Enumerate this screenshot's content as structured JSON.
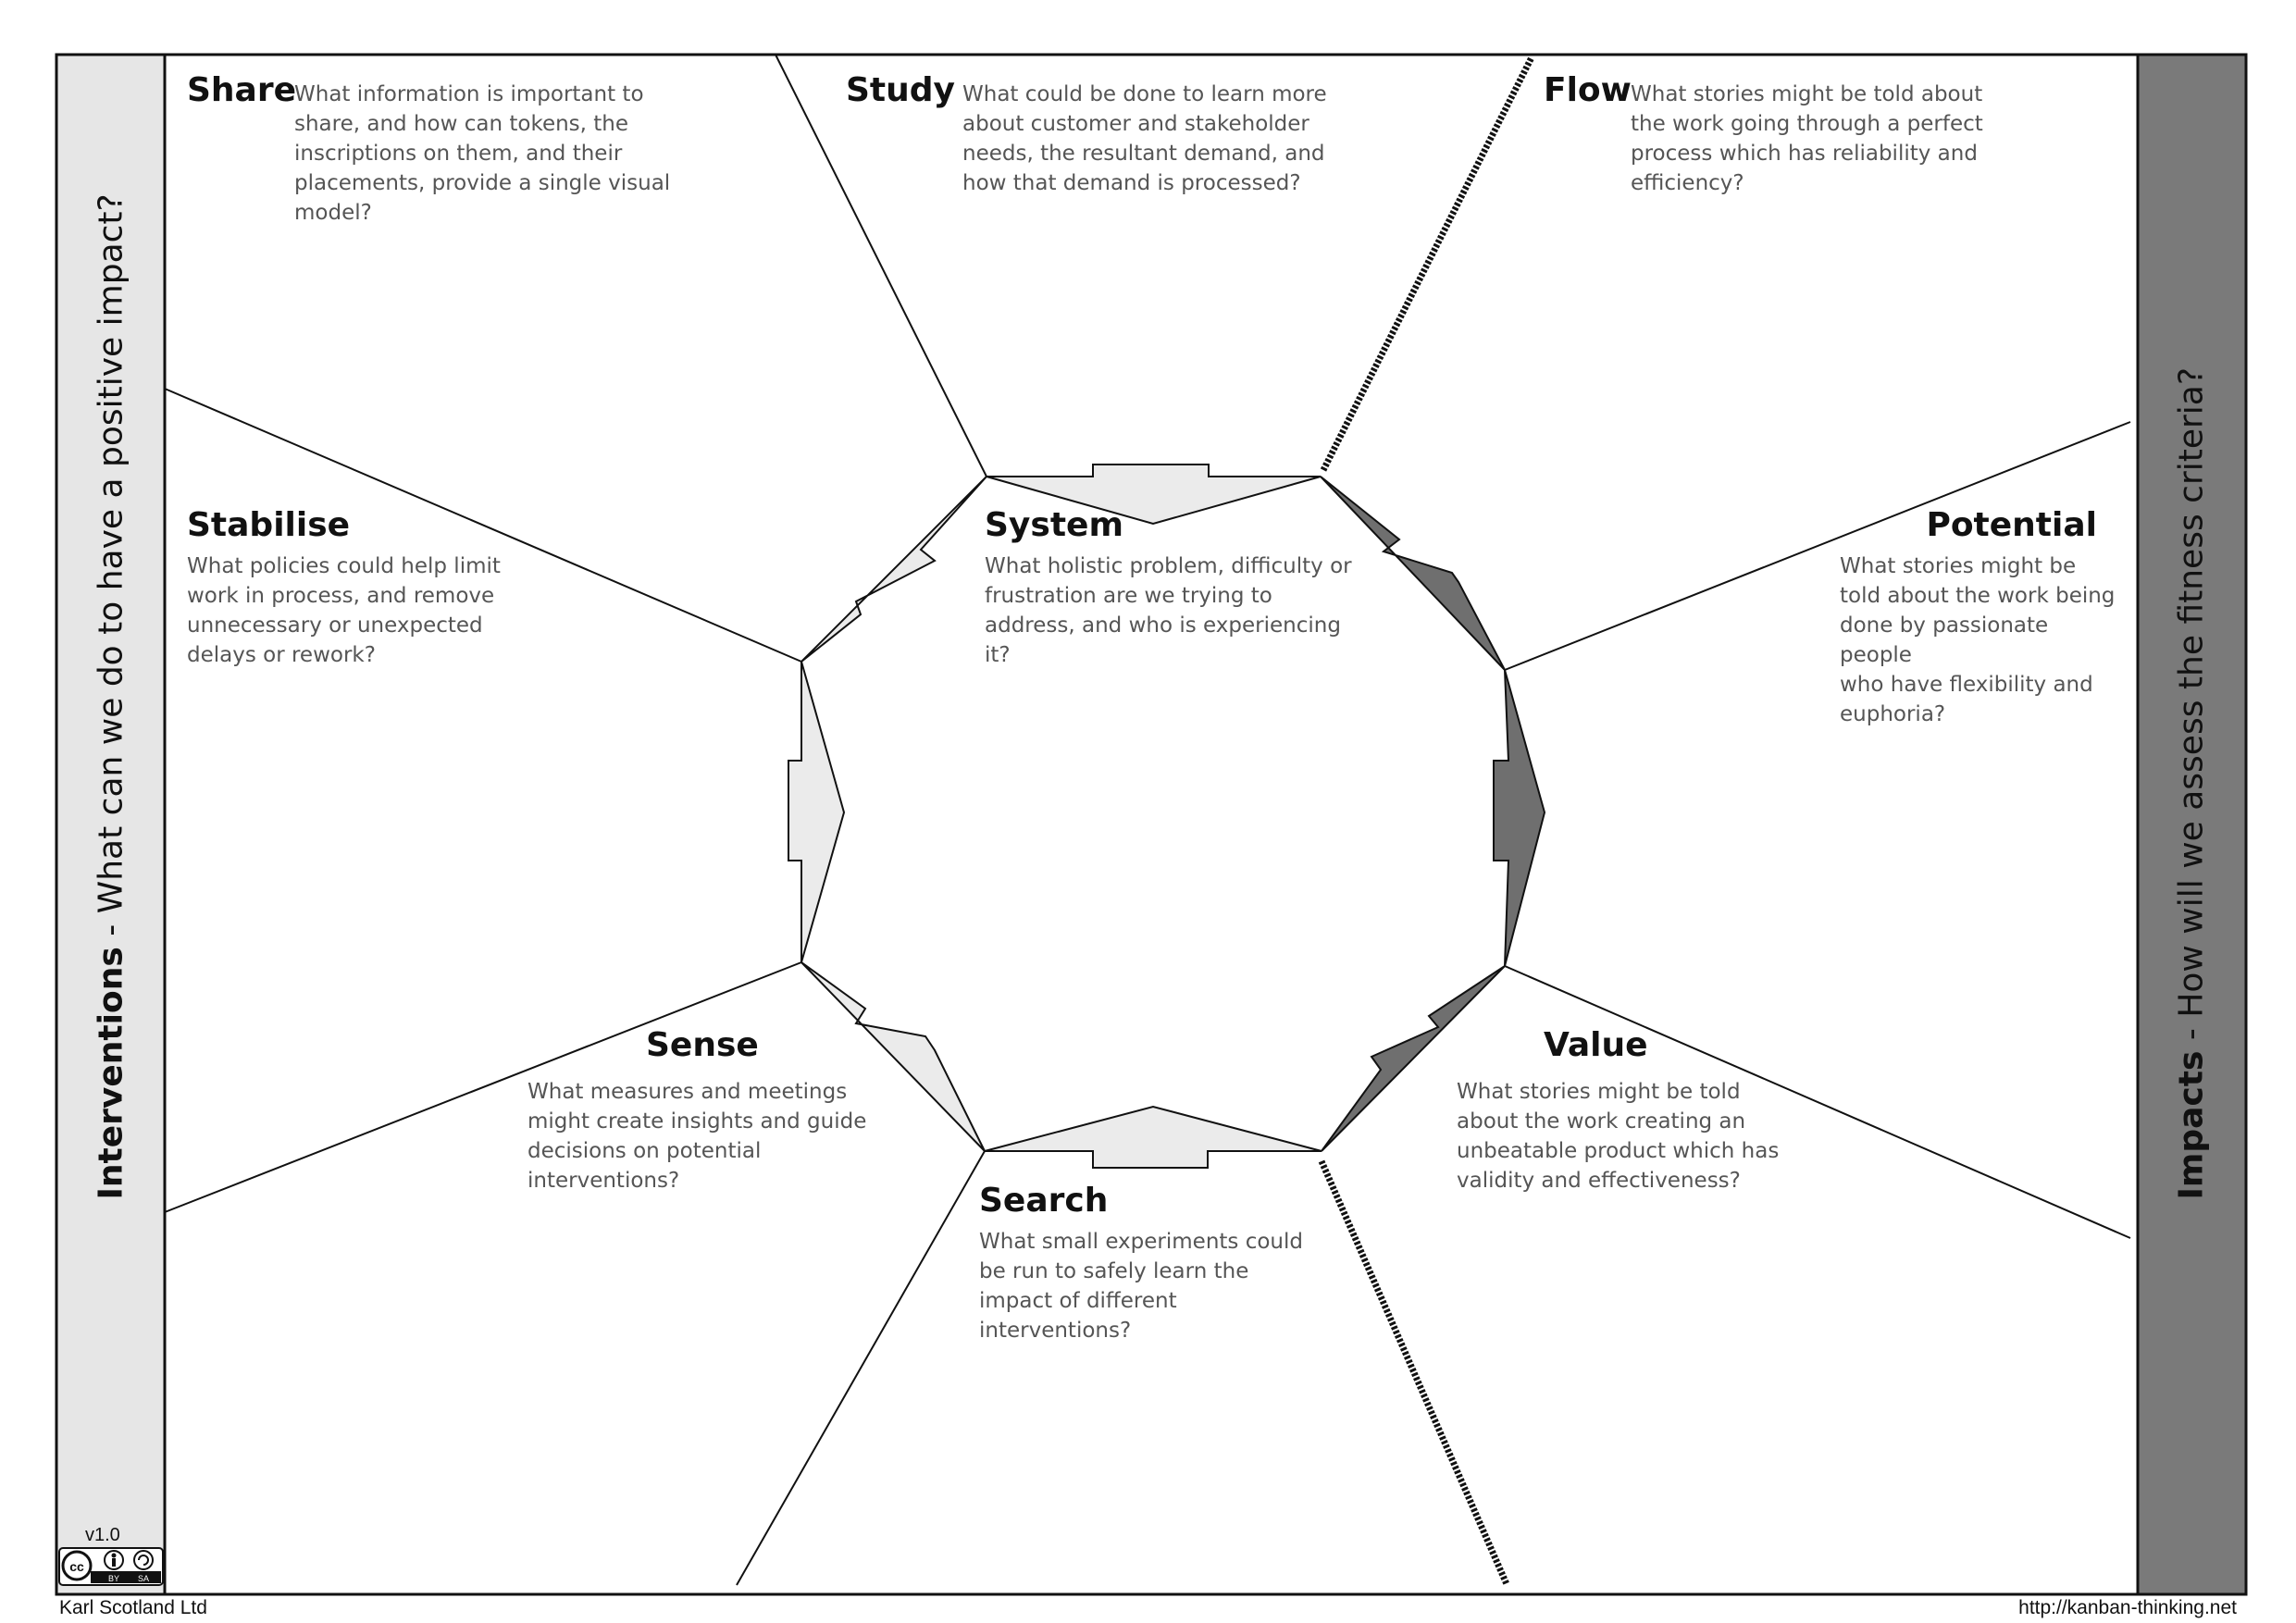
{
  "left_bar": {
    "bold": "Interventions",
    "rest": " - What can we do to have a positive impact?"
  },
  "right_bar": {
    "bold": "Impacts",
    "rest": " - How will we assess the fitness criteria?"
  },
  "sections": {
    "share": {
      "title": "Share",
      "text": [
        "What information is important to",
        "share, and how can tokens, the",
        "inscriptions on them, and their",
        "placements, provide a single visual",
        "model?"
      ]
    },
    "study": {
      "title": "Study",
      "text": [
        "What could be done to learn more",
        "about customer and stakeholder",
        "needs, the resultant demand, and",
        "how that demand is processed?"
      ]
    },
    "flow": {
      "title": "Flow",
      "text": [
        "What stories might be told about",
        "the work going through a perfect",
        "process which has reliability and",
        "efficiency?"
      ]
    },
    "stabilise": {
      "title": "Stabilise",
      "text": [
        "What policies could help limit",
        "work in process, and remove",
        "unnecessary or unexpected",
        "delays or rework?"
      ]
    },
    "system": {
      "title": "System",
      "text": [
        "What holistic problem, difficulty or",
        "frustration are we trying to",
        "address, and who is experiencing",
        "it?"
      ]
    },
    "potential": {
      "title": "Potential",
      "text": [
        "What stories might be",
        "told about the work being",
        "done by passionate people",
        "who have flexibility and",
        "euphoria?"
      ]
    },
    "sense": {
      "title": "Sense",
      "text": [
        "What measures and meetings",
        "might create insights and guide",
        "decisions on potential",
        "interventions?"
      ]
    },
    "value": {
      "title": "Value",
      "text": [
        "What stories might be told",
        "about the work creating an",
        "unbeatable product which has",
        "validity and effectiveness?"
      ]
    },
    "search": {
      "title": "Search",
      "text": [
        "What small experiments could",
        "be run to safely learn the",
        "impact of different",
        "interventions?"
      ]
    }
  },
  "version": "v1.0",
  "license_badge": "cc-by-sa-icon",
  "footer": {
    "author": "Karl Scotland Ltd",
    "url": "http://kanban-thinking.net"
  },
  "colors": {
    "left_bar": "#e6e6e6",
    "right_bar": "#7a7a7a",
    "light_arrow": "#ebebeb",
    "dark_arrow": "#6f6f6f",
    "text_grey": "#555555"
  }
}
